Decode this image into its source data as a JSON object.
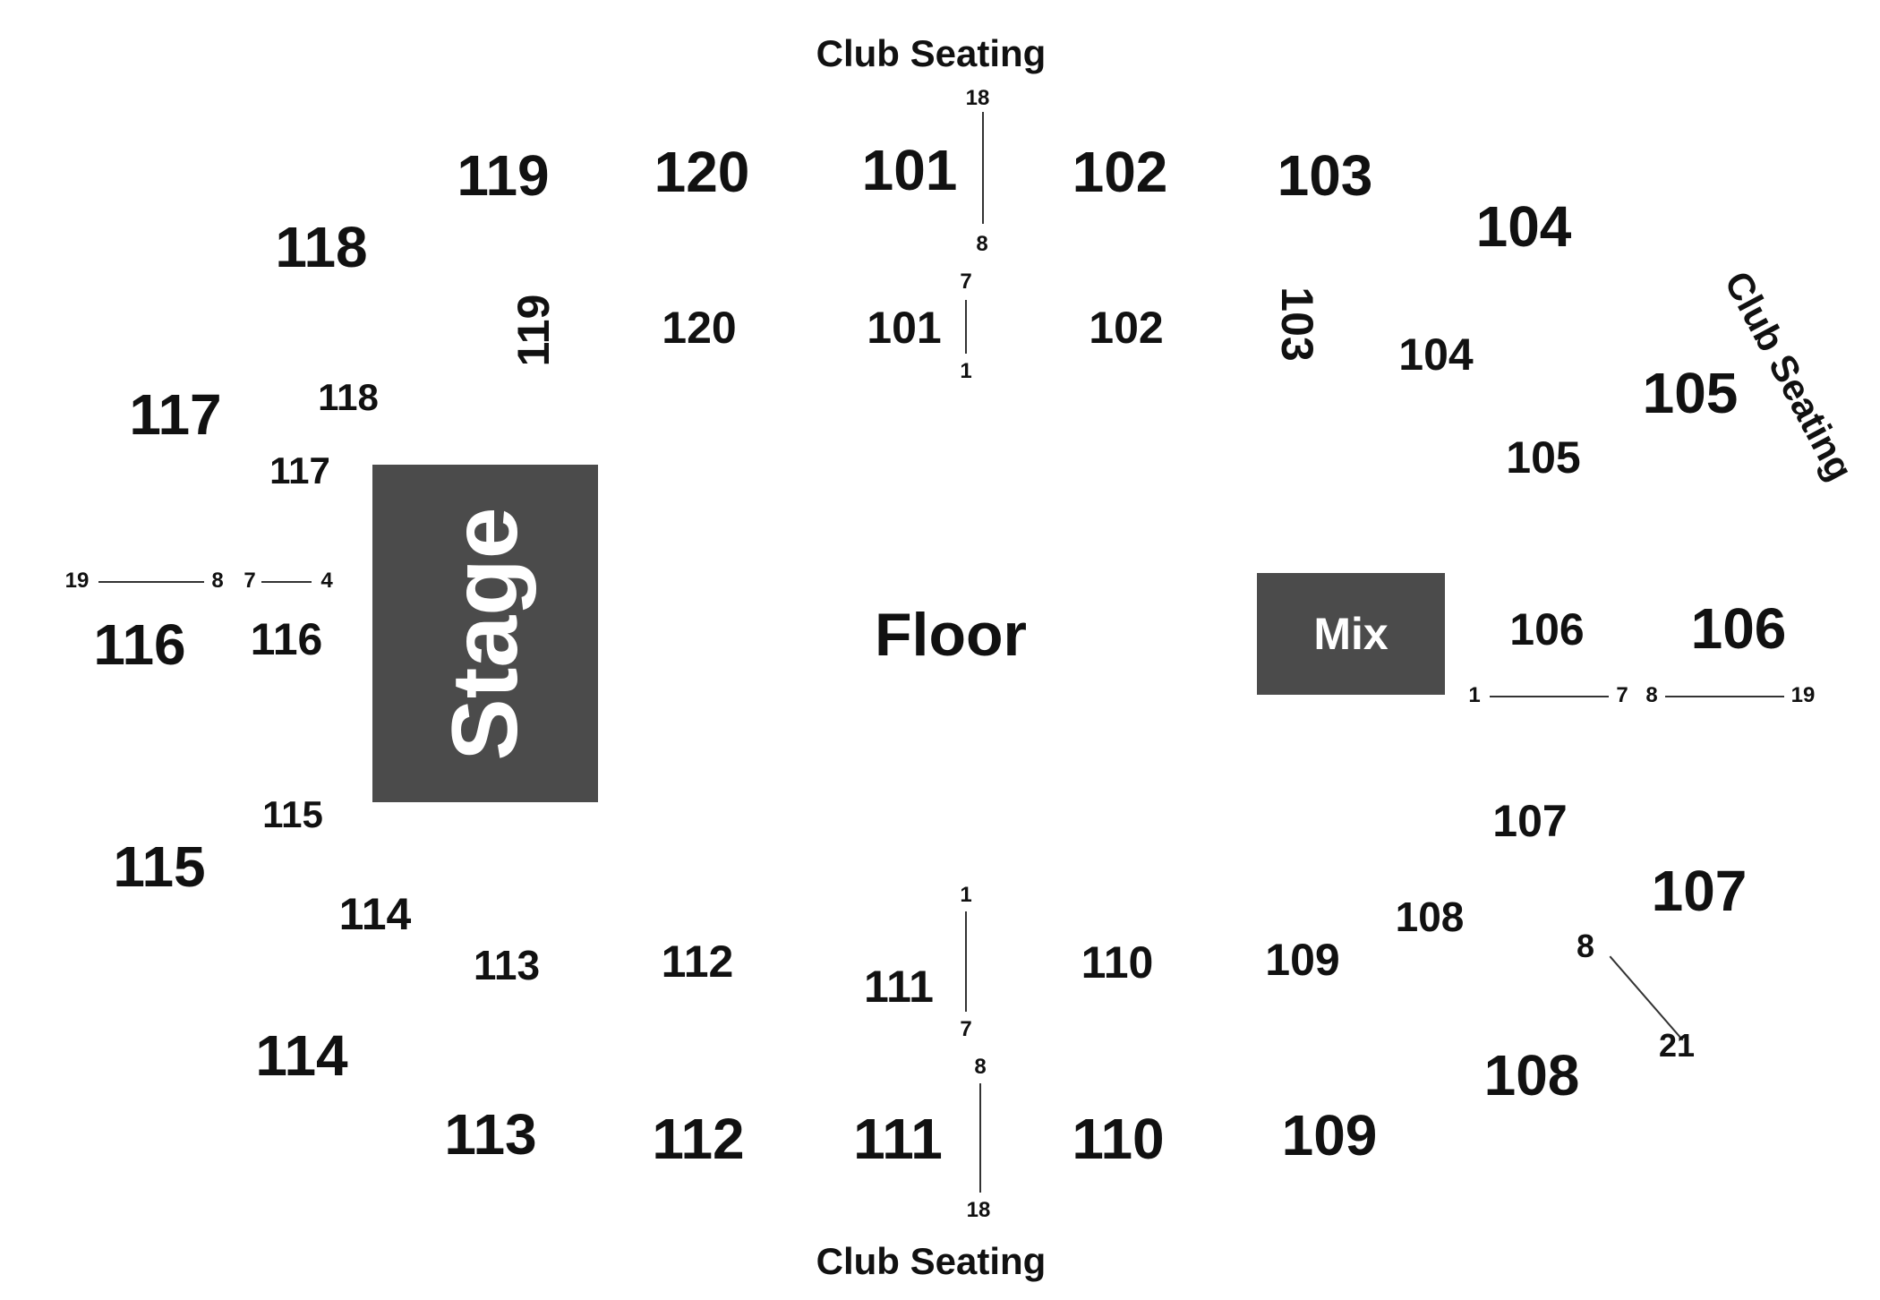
{
  "floor": {
    "label": "Floor"
  },
  "stage": {
    "label": "Stage",
    "color": "#4b4b4b",
    "text_color": "#ffffff"
  },
  "mix": {
    "label": "Mix",
    "color": "#4b4b4b",
    "text_color": "#ffffff"
  },
  "club_seating": {
    "top": "Club Seating",
    "right": "Club Seating",
    "bottom": "Club Seating"
  },
  "sections": {
    "outer": [
      "119",
      "120",
      "101",
      "102",
      "103",
      "118",
      "104",
      "117",
      "105",
      "116",
      "106",
      "115",
      "107",
      "114",
      "108",
      "113",
      "112",
      "111",
      "110",
      "109"
    ],
    "inner": [
      "119",
      "120",
      "101",
      "102",
      "103",
      "104",
      "118",
      "105",
      "117",
      "116",
      "106",
      "115",
      "107",
      "114",
      "108",
      "113",
      "112",
      "111",
      "110",
      "109"
    ]
  },
  "row_markers": {
    "s101_top": [
      "18",
      "8",
      "7",
      "1"
    ],
    "s116": [
      "19",
      "8",
      "7",
      "4"
    ],
    "s106": [
      "1",
      "7",
      "8",
      "19"
    ],
    "s111_bottom": [
      "1",
      "7",
      "8",
      "18"
    ],
    "s108": [
      "8",
      "21"
    ]
  }
}
